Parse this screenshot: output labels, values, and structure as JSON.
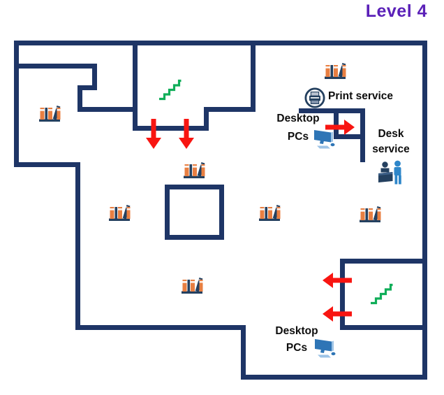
{
  "title": {
    "text": "Level 4"
  },
  "labels": {
    "print_service": "Print service",
    "desktop_pcs_top": "Desktop\nPCs",
    "desk_service": "Desk\nservice",
    "desktop_pcs_bottom": "Desktop\nPCs"
  },
  "icons": {
    "bookshelf": {
      "name": "bookshelf-icon",
      "count": 7
    },
    "stairs": {
      "name": "stairs-icon",
      "count": 2
    },
    "printer": {
      "name": "print-service-icon",
      "count": 1
    },
    "desktop_pc": {
      "name": "desktop-pc-icon",
      "count": 2
    },
    "service_desk": {
      "name": "desk-service-people-icon",
      "count": 1
    },
    "arrows": [
      {
        "direction": "down"
      },
      {
        "direction": "down"
      },
      {
        "direction": "right"
      },
      {
        "direction": "left"
      },
      {
        "direction": "left"
      }
    ]
  },
  "colors": {
    "wall": "#1e3566",
    "arrow_red": "#f81511",
    "stairs_green": "#10ae59",
    "title_purple": "#5b21b8",
    "book_orange": "#e87f42",
    "icon_navy": "#24405f",
    "pc_blue": "#2e75b6",
    "pc_light_blue": "#9dc3e6",
    "person_blue": "#2e86c9",
    "text": "#0d0d0d",
    "bg": "#ffffff"
  }
}
